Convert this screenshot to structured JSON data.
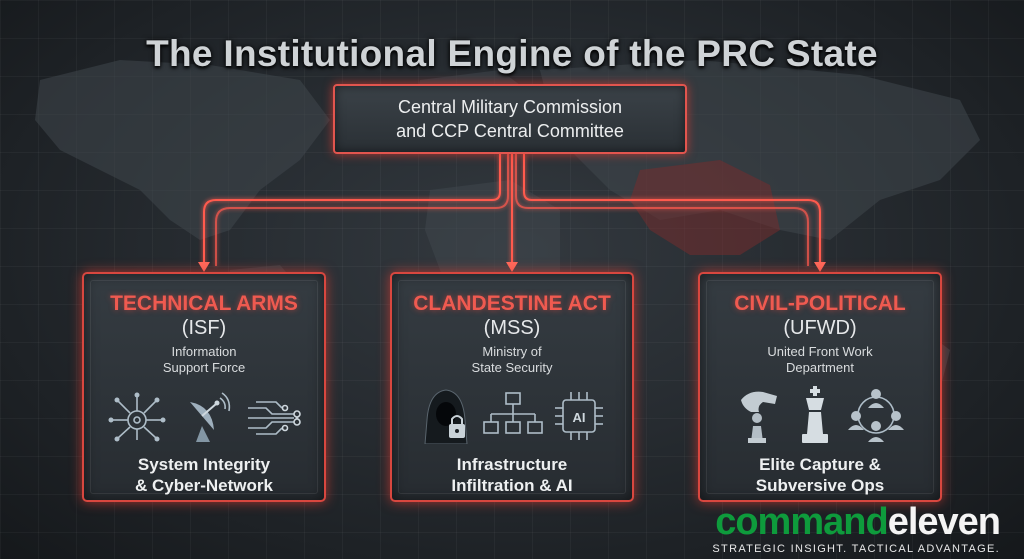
{
  "title": "The Institutional Engine of the PRC State",
  "top_node": {
    "line1": "Central Military Commission",
    "line2": "and CCP Central Committee"
  },
  "nodes": [
    {
      "title": "TECHNICAL ARMS",
      "abbr": "(ISF)",
      "desc_line1": "Information",
      "desc_line2": "Support Force",
      "icons": [
        "network-node-icon",
        "satellite-dish-icon",
        "circuit-icon"
      ],
      "footer_line1": "System Integrity",
      "footer_line2": "& Cyber-Network"
    },
    {
      "title": "CLANDESTINE ACT",
      "abbr": "(MSS)",
      "desc_line1": "Ministry of",
      "desc_line2": "State Security",
      "icons": [
        "hooded-figure-icon",
        "padlock-icon",
        "hierarchy-icon",
        "ai-chip-icon"
      ],
      "footer_line1": "Infrastructure",
      "footer_line2": "Infiltration & AI"
    },
    {
      "title": "CIVIL-POLITICAL",
      "abbr": "(UFWD)",
      "desc_line1": "United Front Work",
      "desc_line2": "Department",
      "icons": [
        "chess-hand-icon",
        "chess-king-icon",
        "people-network-icon"
      ],
      "footer_line1": "Elite Capture &",
      "footer_line2": "Subversive Ops"
    }
  ],
  "brand": {
    "part1": "command",
    "part2": "eleven",
    "tagline": "STRATEGIC INSIGHT. TACTICAL ADVANTAGE."
  },
  "colors": {
    "accent": "#e2554e",
    "brand_green": "#0e9b3c",
    "background": "#262b30"
  }
}
